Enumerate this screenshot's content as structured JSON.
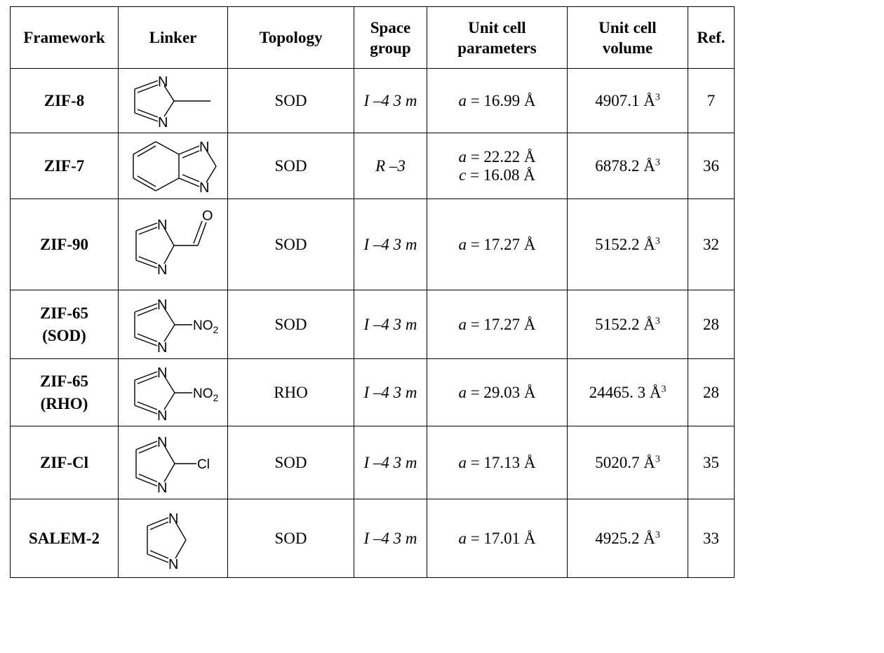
{
  "headers": {
    "framework": "Framework",
    "linker": "Linker",
    "topology": "Topology",
    "space_group_1": "Space",
    "space_group_2": "group",
    "unit_cell_params_1": "Unit cell",
    "unit_cell_params_2": "parameters",
    "unit_cell_volume_1": "Unit cell",
    "unit_cell_volume_2": "volume",
    "ref": "Ref."
  },
  "atoms": {
    "n": "N",
    "o": "O",
    "no2_main": "NO",
    "no2_sub": "2",
    "cl": "Cl",
    "angstrom_cubed_sup": "3"
  },
  "rows": [
    {
      "framework": [
        "ZIF-8"
      ],
      "topology": "SOD",
      "space_group": "I –4 3 m",
      "params": [
        {
          "var": "a",
          "val": " = 16.99 Å"
        }
      ],
      "volume": "4907.1 Å",
      "ref": "7"
    },
    {
      "framework": [
        "ZIF-7"
      ],
      "topology": "SOD",
      "space_group": "R –3",
      "params": [
        {
          "var": "a",
          "val": " = 22.22 Å"
        },
        {
          "var": "c",
          "val": " = 16.08 Å"
        }
      ],
      "volume": "6878.2 Å",
      "ref": "36"
    },
    {
      "framework": [
        "ZIF-90"
      ],
      "topology": "SOD",
      "space_group": "I –4 3 m",
      "params": [
        {
          "var": "a",
          "val": " = 17.27 Å"
        }
      ],
      "volume": "5152.2 Å",
      "ref": "32"
    },
    {
      "framework": [
        "ZIF-65",
        "(SOD)"
      ],
      "topology": "SOD",
      "space_group": "I –4 3 m",
      "params": [
        {
          "var": "a",
          "val": " = 17.27 Å"
        }
      ],
      "volume": "5152.2 Å",
      "ref": "28"
    },
    {
      "framework": [
        "ZIF-65",
        "(RHO)"
      ],
      "topology": "RHO",
      "space_group": "I –4 3 m",
      "params": [
        {
          "var": "a",
          "val": " = 29.03 Å"
        }
      ],
      "volume": "24465. 3 Å",
      "ref": "28"
    },
    {
      "framework": [
        "ZIF-Cl"
      ],
      "topology": "SOD",
      "space_group": "I –4 3 m",
      "params": [
        {
          "var": "a",
          "val": " = 17.13 Å"
        }
      ],
      "volume": "5020.7 Å",
      "ref": "35"
    },
    {
      "framework": [
        "SALEM-2"
      ],
      "topology": "SOD",
      "space_group": "I –4 3 m",
      "params": [
        {
          "var": "a",
          "val": " = 17.01 Å"
        }
      ],
      "volume": "4925.2 Å",
      "ref": "33"
    }
  ]
}
